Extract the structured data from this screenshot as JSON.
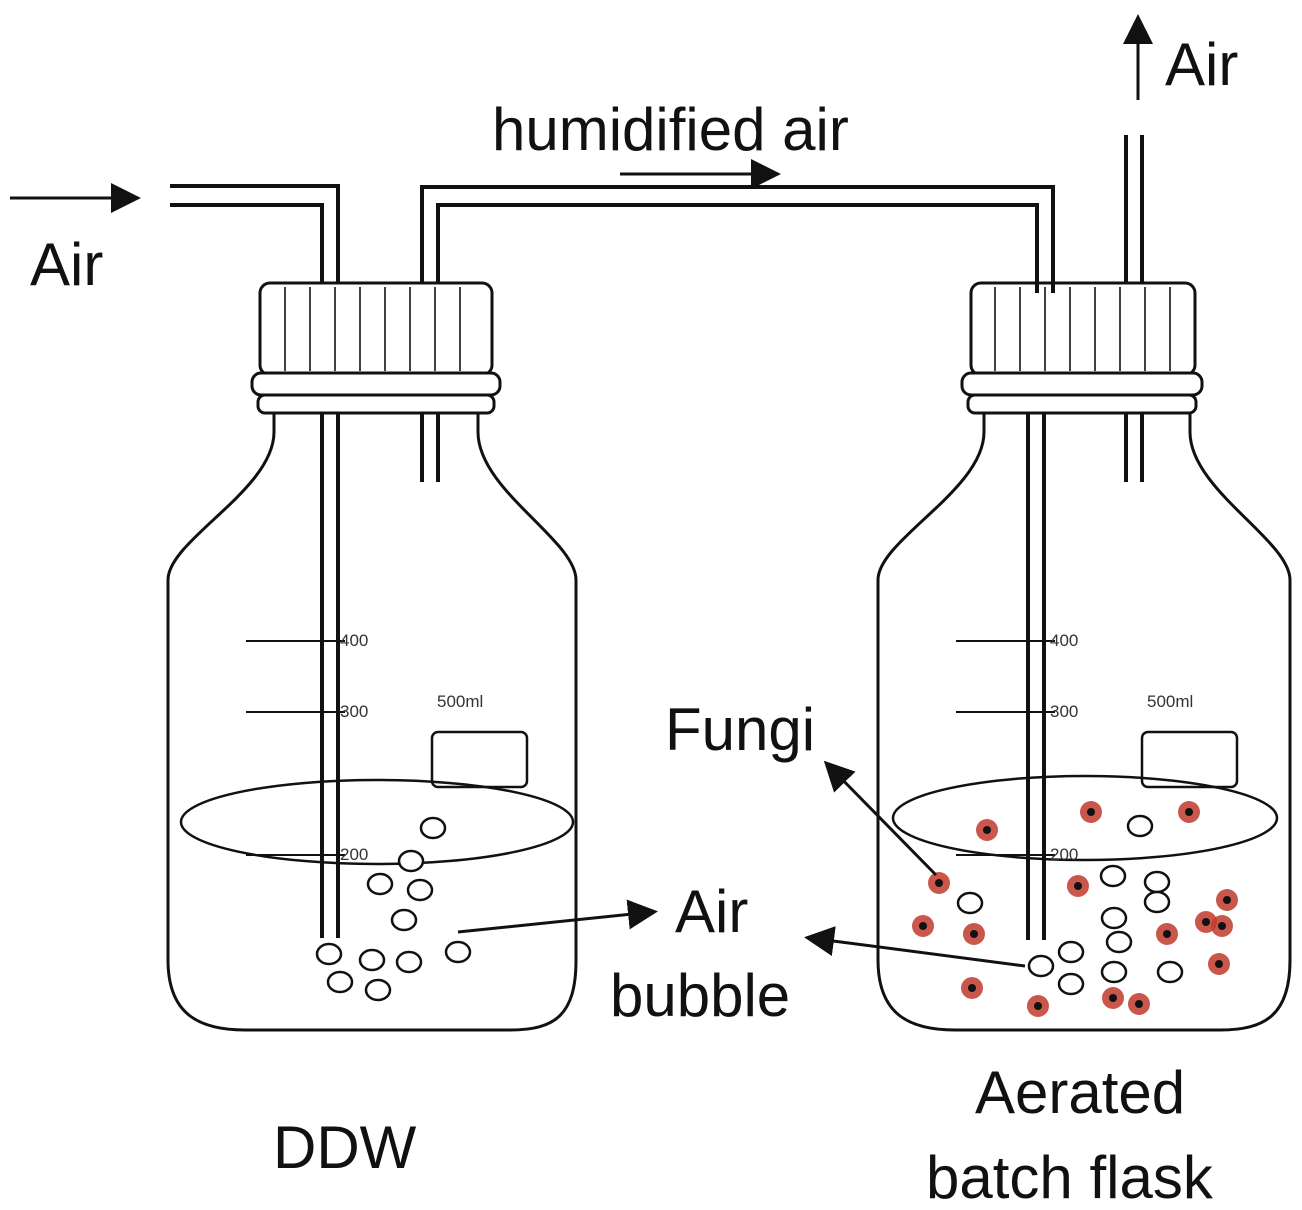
{
  "labels": {
    "air_in": "Air",
    "air_out": "Air",
    "humidified_air": "humidified air",
    "ddw": "DDW",
    "aerated_line1": "Aerated",
    "aerated_line2": "batch flask",
    "fungi": "Fungi",
    "air_bubble_line1": "Air",
    "air_bubble_line2": "bubble"
  },
  "bottle_markings": {
    "volume": "500ml",
    "grad_top": "400",
    "grad_mid": "300",
    "grad_low": "200"
  },
  "colors": {
    "line": "#111111",
    "fungi": "#c0392b"
  }
}
